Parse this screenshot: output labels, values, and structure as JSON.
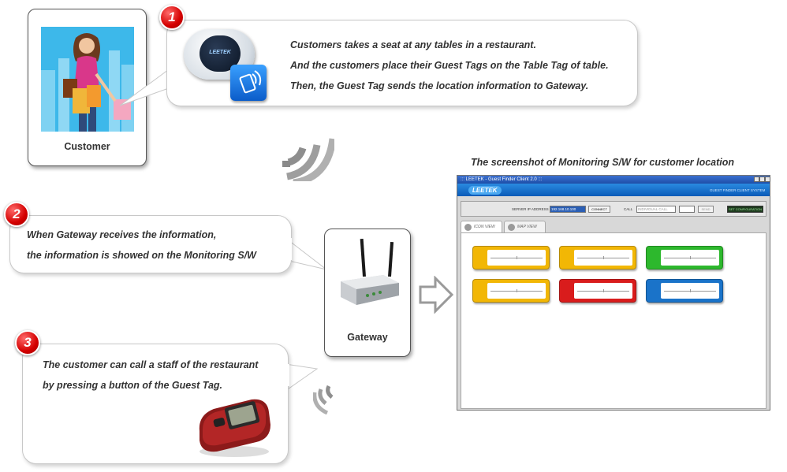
{
  "customer_card": {
    "label": "Customer"
  },
  "step1": {
    "number": "1",
    "lines": [
      "Customers takes a seat at any tables in a restaurant.",
      "And the customers place their Guest Tags on the Table Tag of table.",
      "Then, the Guest Tag sends the location information to Gateway."
    ],
    "device_logo": "LEETEK"
  },
  "step2": {
    "number": "2",
    "lines": [
      "When Gateway receives the information,",
      "the information is showed on the Monitoring S/W"
    ]
  },
  "step3": {
    "number": "3",
    "lines": [
      "The customer can call a staff of the restaurant",
      "by pressing a button of the Guest Tag."
    ]
  },
  "gateway_card": {
    "label": "Gateway"
  },
  "monitoring": {
    "caption": "The screenshot of Monitoring S/W  for customer location",
    "window_title": "::: LEETEK - Guest Finder Client 2.0 :::",
    "brand": "LEETEK",
    "brand_sub": "GUEST FINDER CLIENT SYSTEM",
    "server_ip_label": "SERVER IP ADDRESS",
    "server_ip_value": "192.168.10.100",
    "connect_label": "CONNECT",
    "call_label": "CALL",
    "call_select": "INDIVIDUAL CALL",
    "send_label": "SEND",
    "set_config_label": "SET CONFIGURATION",
    "tabs": [
      "ICON VIEW",
      "MAP VIEW"
    ],
    "tag_colors": [
      "#f2b705",
      "#f2b705",
      "#2db82d",
      "#f2b705",
      "#d91c1c",
      "#1a73c9"
    ]
  },
  "colors": {
    "accent_red": "#d40000",
    "brand_blue": "#0a5ab8",
    "arrow_gray": "#9a9a9a"
  }
}
